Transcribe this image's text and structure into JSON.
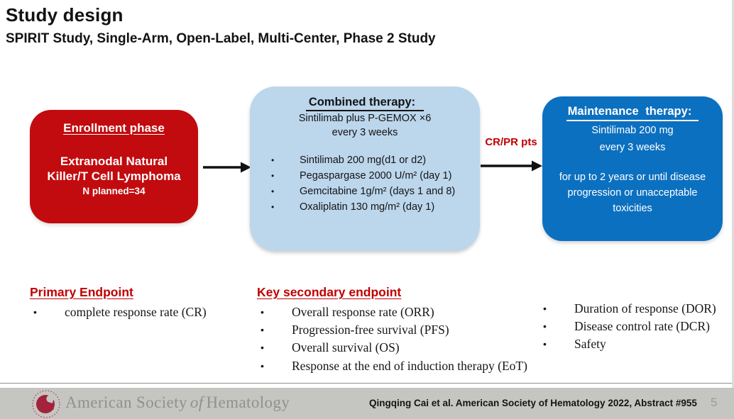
{
  "slide": {
    "title": "Study design",
    "subtitle": "SPIRIT Study, Single-Arm, Open-Label, Multi-Center, Phase 2 Study"
  },
  "diagram": {
    "enrollment": {
      "heading": "Enrollment phase",
      "body": "Extranodal Natural Killer/T Cell Lymphoma",
      "note": "N planned=34"
    },
    "combined": {
      "heading": "Combined therapy:",
      "subline1": "Sintilimab plus P-GEMOX ×6",
      "subline2": "every 3 weeks",
      "bullets": [
        "Sintilimab 200 mg(d1 or d2)",
        "Pegaspargase 2000 U/m² (day 1)",
        "Gemcitabine 1g/m² (days 1 and 8)",
        "Oxaliplatin 130 mg/m² (day 1)"
      ]
    },
    "arrow_label": "CR/PR pts",
    "maintenance": {
      "heading": "Maintenance therapy:",
      "line1": "Sintilimab 200 mg",
      "line2": "every 3 weeks",
      "line3": "for up to 2 years or until disease progression or unacceptable toxicities"
    }
  },
  "endpoints": {
    "primary": {
      "heading": "Primary Endpoint",
      "bullets": [
        "complete response rate (CR)"
      ]
    },
    "secondary": {
      "heading": "Key secondary endpoint",
      "bullets": [
        "Overall response rate (ORR)",
        "Progression-free survival (PFS)",
        "Overall survival (OS)",
        "Response at the end of induction therapy (EoT)"
      ]
    },
    "tertiary": {
      "bullets": [
        "Duration of response (DOR)",
        "Disease control rate (DCR)",
        "Safety"
      ]
    }
  },
  "footer": {
    "org_part1": "American Society",
    "org_part2": "of",
    "org_part3": "Hematology",
    "citation": "Qingqing Cai et al. American Society of Hematology 2022, Abstract #955",
    "page_number": "5"
  },
  "colors": {
    "enrollment_red": "#C20B0E",
    "combined_light_blue": "#BCD6EC",
    "maintenance_blue": "#0C70C0",
    "accent_red": "#C00000",
    "footer_grey": "#C5C6C2"
  }
}
